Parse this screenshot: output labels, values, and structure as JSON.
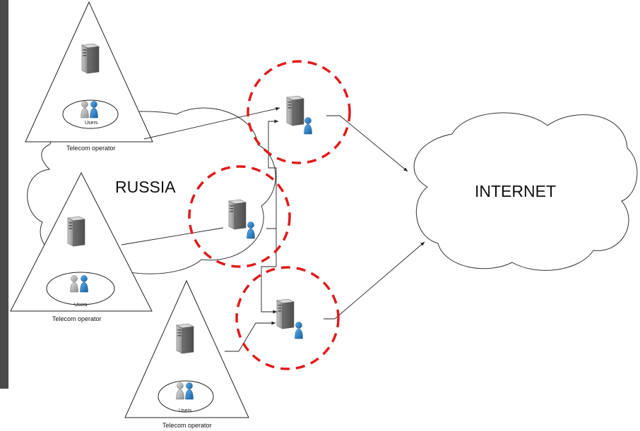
{
  "labels": {
    "region_cloud": "RUSSIA",
    "internet_cloud": "INTERNET",
    "operator_1": "Telecom operator",
    "operator_2": "Telecom operator",
    "operator_3": "Telecom operator",
    "users_1": "Users",
    "users_2": "Users",
    "users_3": "Users"
  },
  "colors": {
    "highlight_circle": "#e01b1b",
    "server_body": "#8c8c8c",
    "user_blue": "#1f77c4",
    "user_gray": "#9a9a9a",
    "line": "#222222"
  },
  "icons": {
    "server": "server-icon",
    "users": "users-icon",
    "gateway": "gateway-server-with-user-icon"
  }
}
